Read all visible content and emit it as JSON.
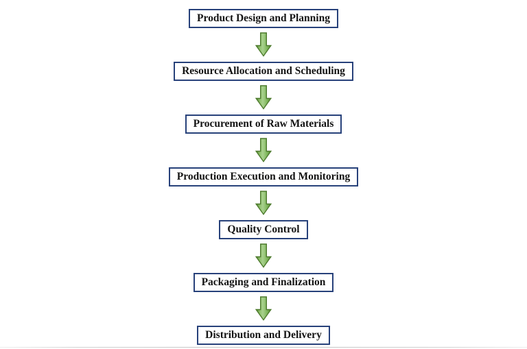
{
  "flowchart": {
    "type": "vertical-process-flow",
    "steps": [
      {
        "label": "Product Design and Planning"
      },
      {
        "label": "Resource Allocation and Scheduling"
      },
      {
        "label": "Procurement of Raw Materials"
      },
      {
        "label": "Production Execution and Monitoring"
      },
      {
        "label": "Quality Control"
      },
      {
        "label": "Packaging and Finalization"
      },
      {
        "label": "Distribution and Delivery"
      }
    ],
    "connector": "down-block-arrow",
    "colors": {
      "box_border": "#27417a",
      "box_fill": "#ffffff",
      "text": "#141414",
      "arrow_fill_light": "#a9d18e",
      "arrow_fill_mid": "#7db55a",
      "arrow_fill_dark": "#558433",
      "arrow_outline": "#4d7a2d",
      "background": "#ffffff"
    }
  }
}
